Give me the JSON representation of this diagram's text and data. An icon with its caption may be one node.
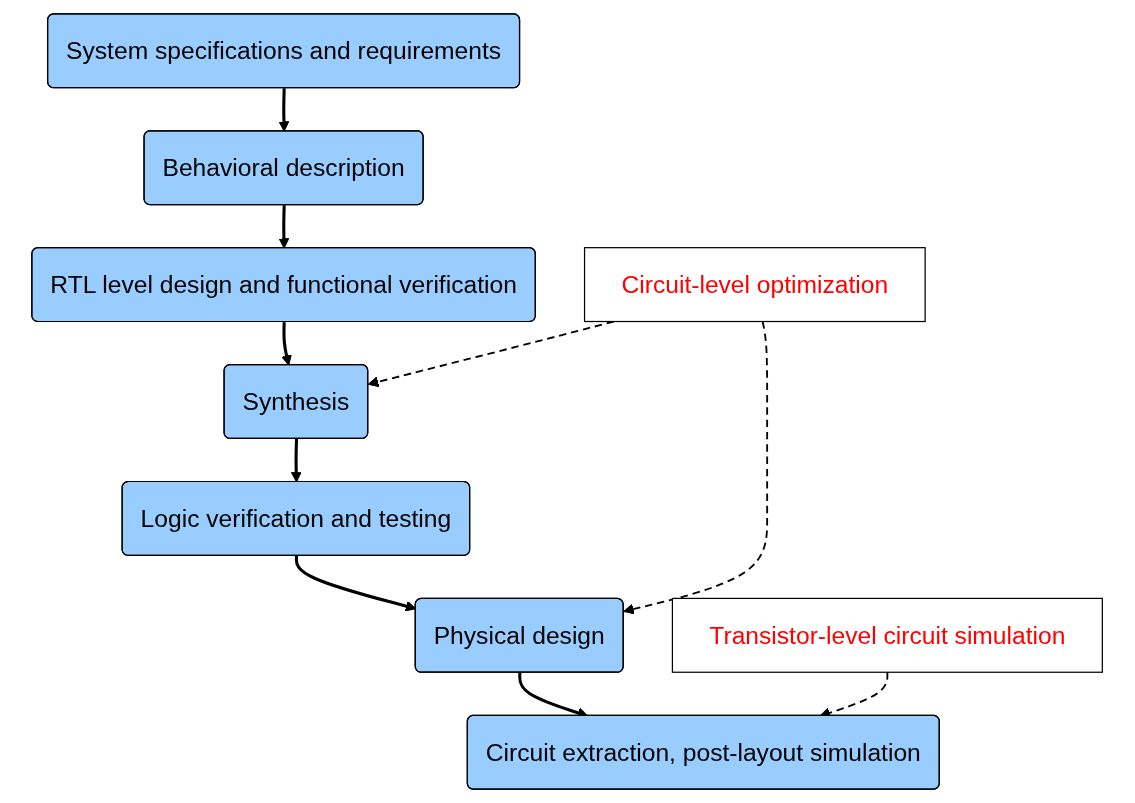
{
  "diagram": {
    "nodes": [
      {
        "text": [
          "System specifications and requirements"
        ]
      },
      {
        "text": [
          "Behavioral description"
        ]
      },
      {
        "text": [
          "RTL level design and functional verification"
        ]
      },
      {
        "text": [
          "Synthesis"
        ]
      },
      {
        "text": [
          "Logic verification and testing"
        ]
      },
      {
        "text": [
          "Physical design"
        ]
      },
      {
        "text": [
          "Circuit extraction, post-layout simulation"
        ]
      },
      {
        "text": [
          "Circuit-level optimization"
        ]
      },
      {
        "text": [
          "Transistor-level circuit simulation"
        ]
      }
    ],
    "edges": [
      {
        "from": 0,
        "to": 1,
        "arrow": "to"
      },
      {
        "from": 1,
        "to": 2,
        "arrow": "to"
      },
      {
        "from": 2,
        "to": 3,
        "arrow": "to"
      },
      {
        "from": 3,
        "to": 4,
        "arrow": "to"
      },
      {
        "from": 4,
        "to": 5,
        "arrow": "to"
      },
      {
        "from": 5,
        "to": 6,
        "arrow": "to"
      },
      {
        "from": 7,
        "to": 3,
        "arrow": "to",
        "style": "dashed"
      },
      {
        "from": 7,
        "to": 5,
        "arrow": "to",
        "style": "dashed"
      },
      {
        "from": 8,
        "to": 6,
        "arrow": "to",
        "style": "dashed"
      }
    ]
  }
}
